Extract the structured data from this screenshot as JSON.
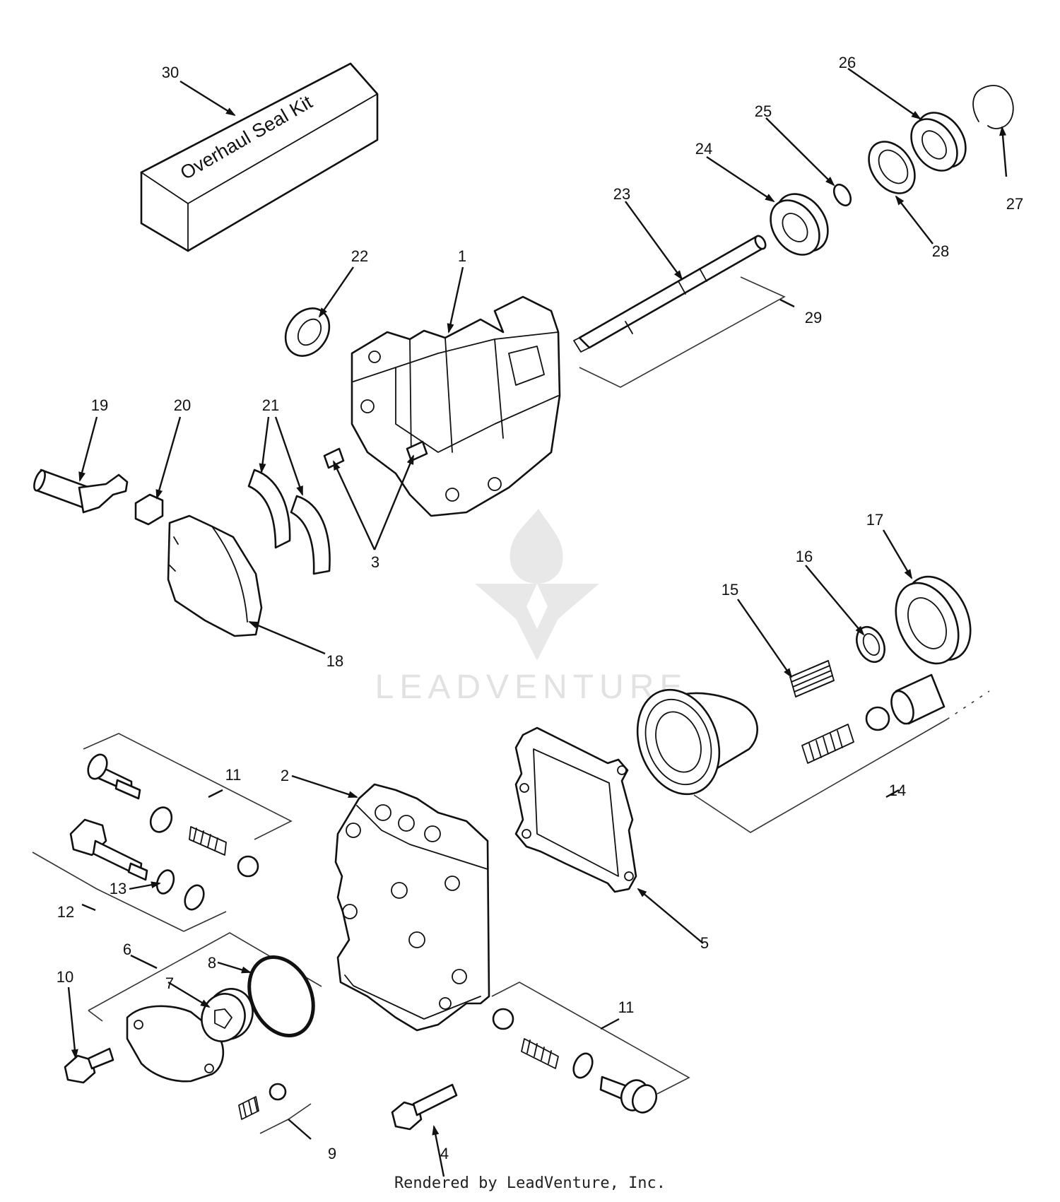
{
  "labels": {
    "p1": "1",
    "p2": "2",
    "p3": "3",
    "p4": "4",
    "p5": "5",
    "p6": "6",
    "p7": "7",
    "p8": "8",
    "p9": "9",
    "p10": "10",
    "p11a": "11",
    "p11b": "11",
    "p12": "12",
    "p13": "13",
    "p14": "14",
    "p15": "15",
    "p16": "16",
    "p17": "17",
    "p18": "18",
    "p19": "19",
    "p20": "20",
    "p21": "21",
    "p22": "22",
    "p23": "23",
    "p24": "24",
    "p25": "25",
    "p26": "26",
    "p27": "27",
    "p28": "28",
    "p29": "29",
    "p30": "30"
  },
  "seal_kit_text": "Overhaul Seal Kit",
  "watermark": "LEADVENTURE",
  "credit": "Rendered by LeadVenture, Inc.",
  "colors": {
    "line": "#111111",
    "watermark": "#e2e2e2",
    "background": "#ffffff"
  }
}
